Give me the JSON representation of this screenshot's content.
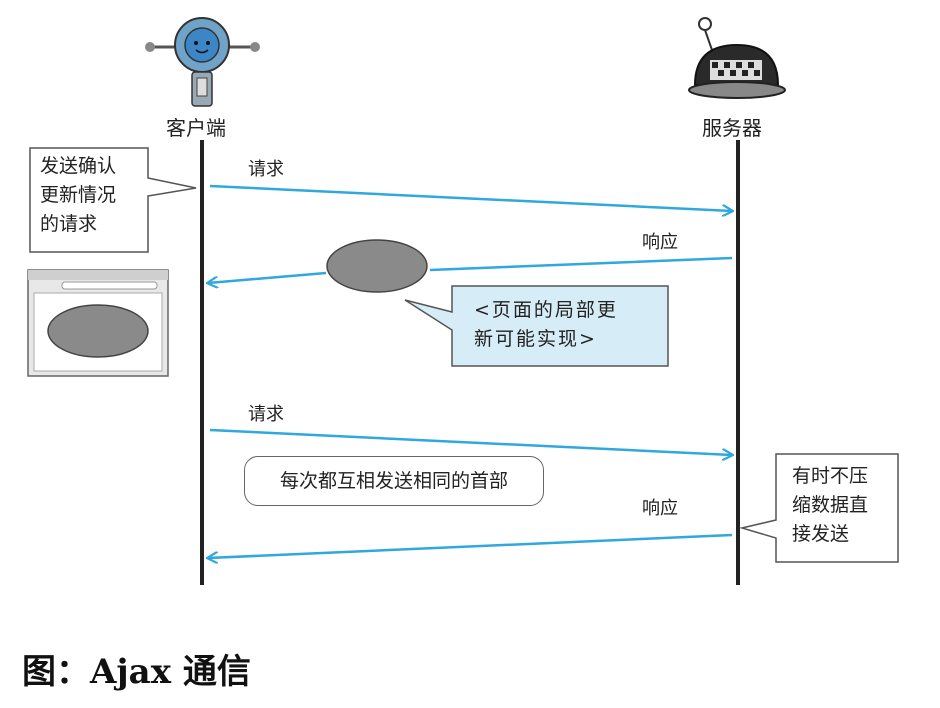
{
  "actors": {
    "client": "客户端",
    "server": "服务器"
  },
  "messages": {
    "request1": "请求",
    "response1": "响应",
    "request2": "请求",
    "response2": "响应"
  },
  "notes": {
    "client_note_lines": [
      "发送确认",
      "更新情况",
      "的请求"
    ],
    "partial_update_lines": [
      "<页面的局部更",
      "新可能实现>"
    ],
    "header_note": "每次都互相发送相同的首部",
    "server_note_lines": [
      "有时不压",
      "缩数据直",
      "接发送"
    ]
  },
  "colors": {
    "arrow": "#2fa8dd",
    "lifeline": "#222222",
    "note_fill": "#d6ecf7",
    "ellipse_fill": "#8a8a8a"
  },
  "caption": "图：Ajax 通信"
}
